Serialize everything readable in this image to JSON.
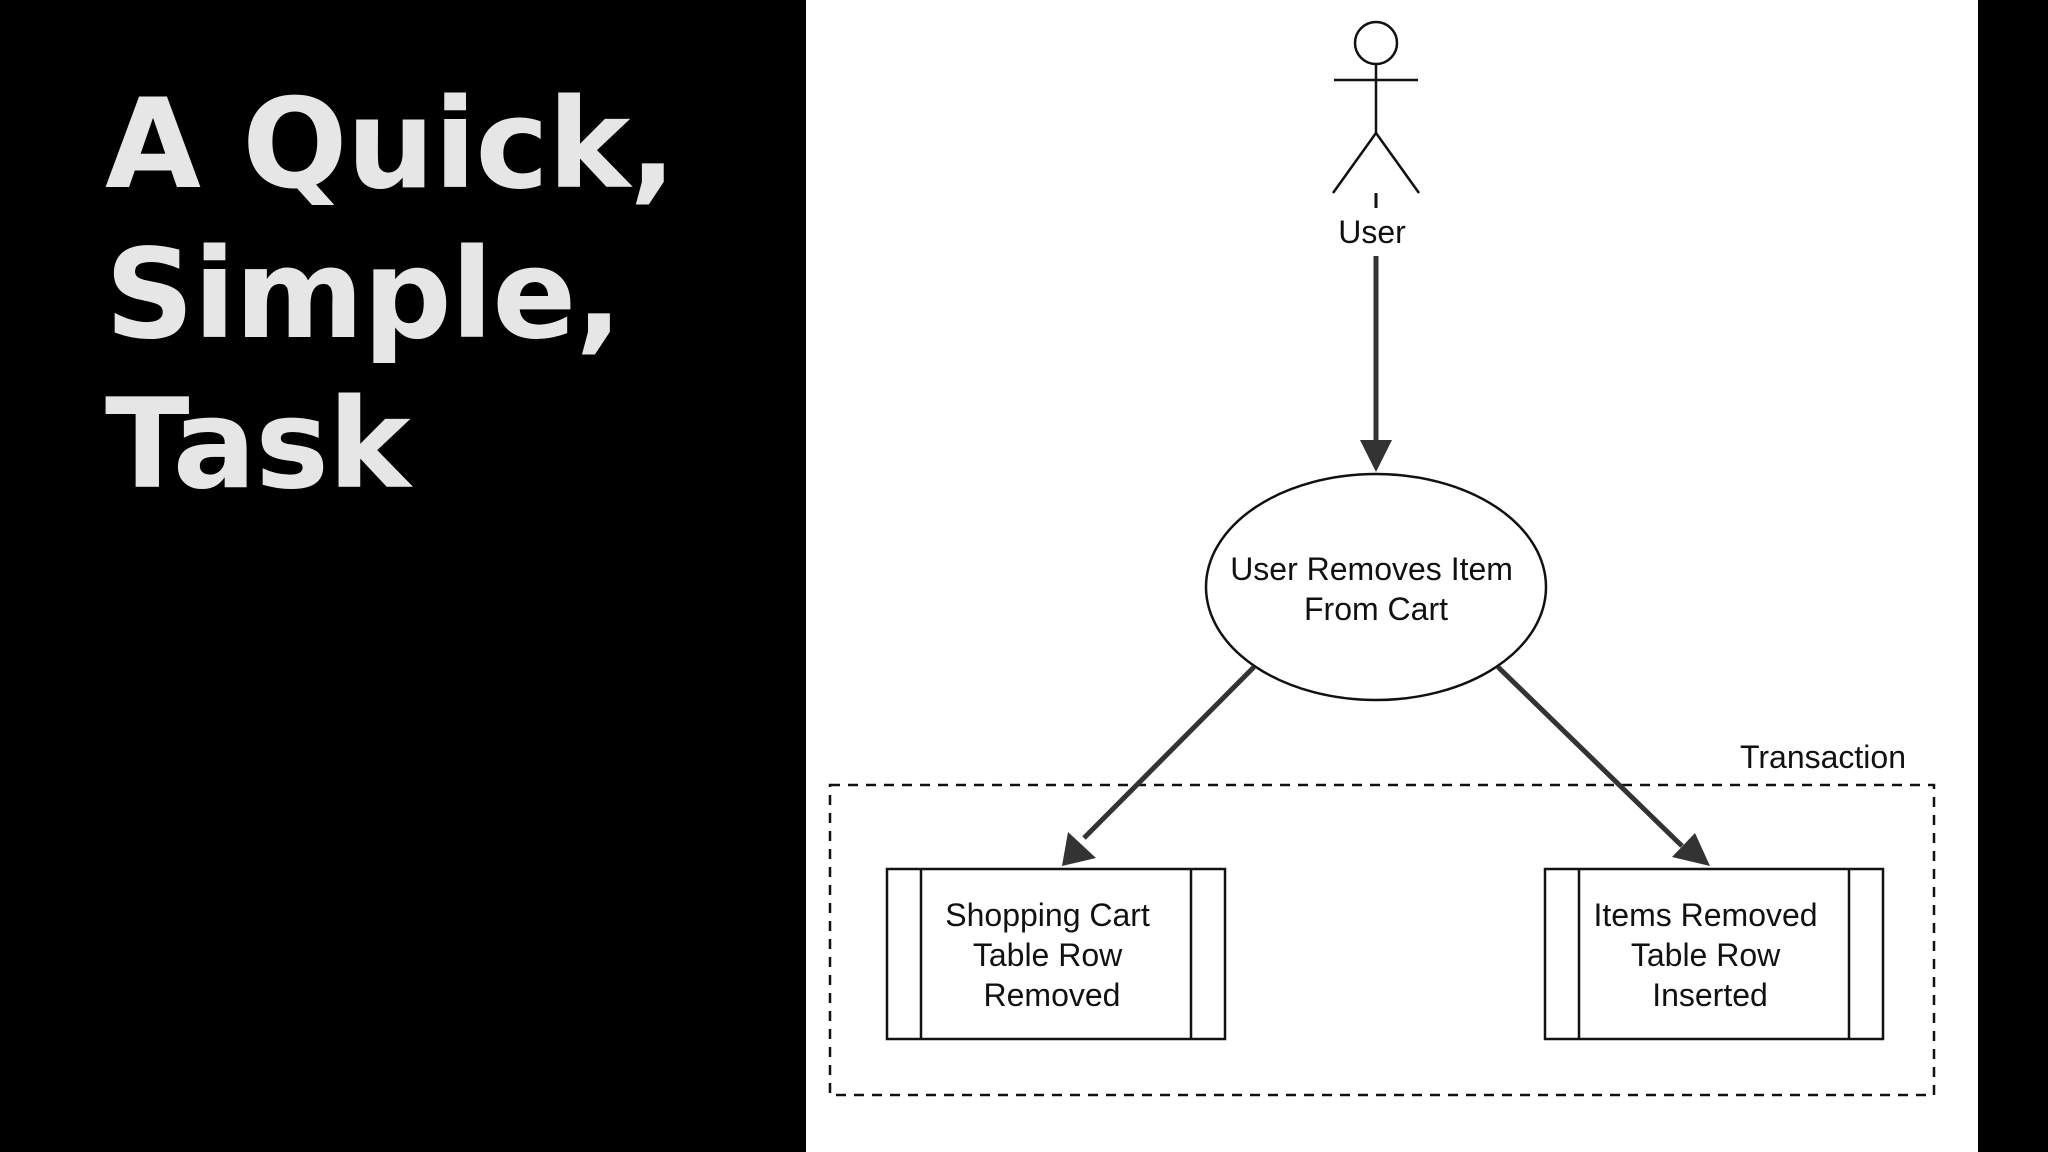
{
  "slide": {
    "title_lines": [
      "A Quick,",
      "Simple,",
      "Task"
    ]
  },
  "diagram": {
    "actor": {
      "label": "User"
    },
    "process": {
      "lines": [
        "User Removes Item",
        "From Cart"
      ]
    },
    "group": {
      "label": "Transaction"
    },
    "left_box": {
      "lines": [
        "Shopping Cart",
        "Table Row",
        "Removed"
      ]
    },
    "right_box": {
      "lines": [
        "Items Removed",
        "Table Row",
        "Inserted"
      ]
    },
    "colors": {
      "background": "#000000",
      "panel": "#ffffff",
      "title_text": "#e6e6e6",
      "lines": "#111111",
      "arrows": "#333333"
    }
  }
}
